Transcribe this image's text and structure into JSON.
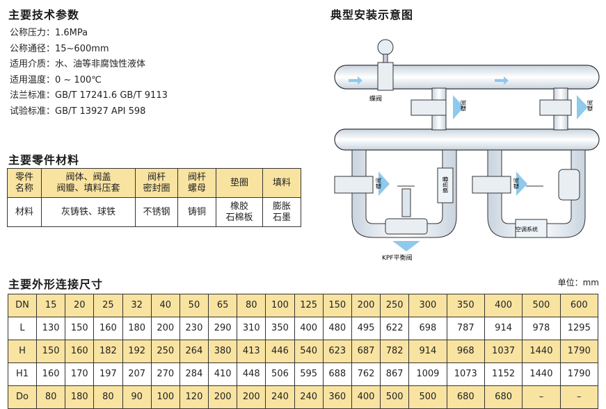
{
  "specs": {
    "title": "主要技术参数",
    "lines": [
      "公称压力：1.6MPa",
      "公称通径：15~600mm",
      "适用介质：水、油等非腐蚀性液体",
      "适用温度：0 ~ 100℃",
      "法兰标准：GB/T 17241.6   GB/T 9113",
      "试验标准：GB/T 13927   API 598"
    ]
  },
  "diagram": {
    "title": "典型安装示意图",
    "labels": {
      "butterfly": "蝶阀",
      "kpf": "KPF平衡阀",
      "ac": "空调系统",
      "hvac": "换热器"
    }
  },
  "materials": {
    "title": "主要零件材料",
    "headers": [
      "零件\n名称",
      "阀体、阀盖\n阀瓣、填料压套",
      "阀杆\n密封圈",
      "阀杆\n螺母",
      "垫圈",
      "填料"
    ],
    "row": [
      "材料",
      "灰铸铁、球铁",
      "不锈钢",
      "铸铜",
      "橡胶\n石棉板",
      "膨胀\n石墨"
    ]
  },
  "dimensions": {
    "title": "主要外形连接尺寸",
    "unit": "单位：mm",
    "rows": [
      {
        "label": "DN",
        "values": [
          "15",
          "20",
          "25",
          "32",
          "40",
          "50",
          "65",
          "80",
          "100",
          "125",
          "150",
          "200",
          "250",
          "300",
          "350",
          "400",
          "500",
          "600"
        ]
      },
      {
        "label": "L",
        "values": [
          "130",
          "150",
          "160",
          "180",
          "200",
          "230",
          "290",
          "310",
          "350",
          "400",
          "480",
          "495",
          "622",
          "698",
          "787",
          "914",
          "978",
          "1295"
        ]
      },
      {
        "label": "H",
        "values": [
          "150",
          "160",
          "182",
          "192",
          "250",
          "264",
          "380",
          "413",
          "446",
          "540",
          "623",
          "687",
          "782",
          "914",
          "968",
          "1037",
          "1440",
          "1790"
        ]
      },
      {
        "label": "H1",
        "values": [
          "160",
          "170",
          "197",
          "207",
          "270",
          "284",
          "410",
          "448",
          "506",
          "595",
          "688",
          "762",
          "867",
          "1009",
          "1073",
          "1152",
          "1440",
          "1790"
        ]
      },
      {
        "label": "Do",
        "values": [
          "80",
          "180",
          "80",
          "90",
          "100",
          "120",
          "200",
          "200",
          "240",
          "240",
          "360",
          "400",
          "500",
          "500",
          "680",
          "680",
          "–",
          "–"
        ]
      }
    ]
  }
}
